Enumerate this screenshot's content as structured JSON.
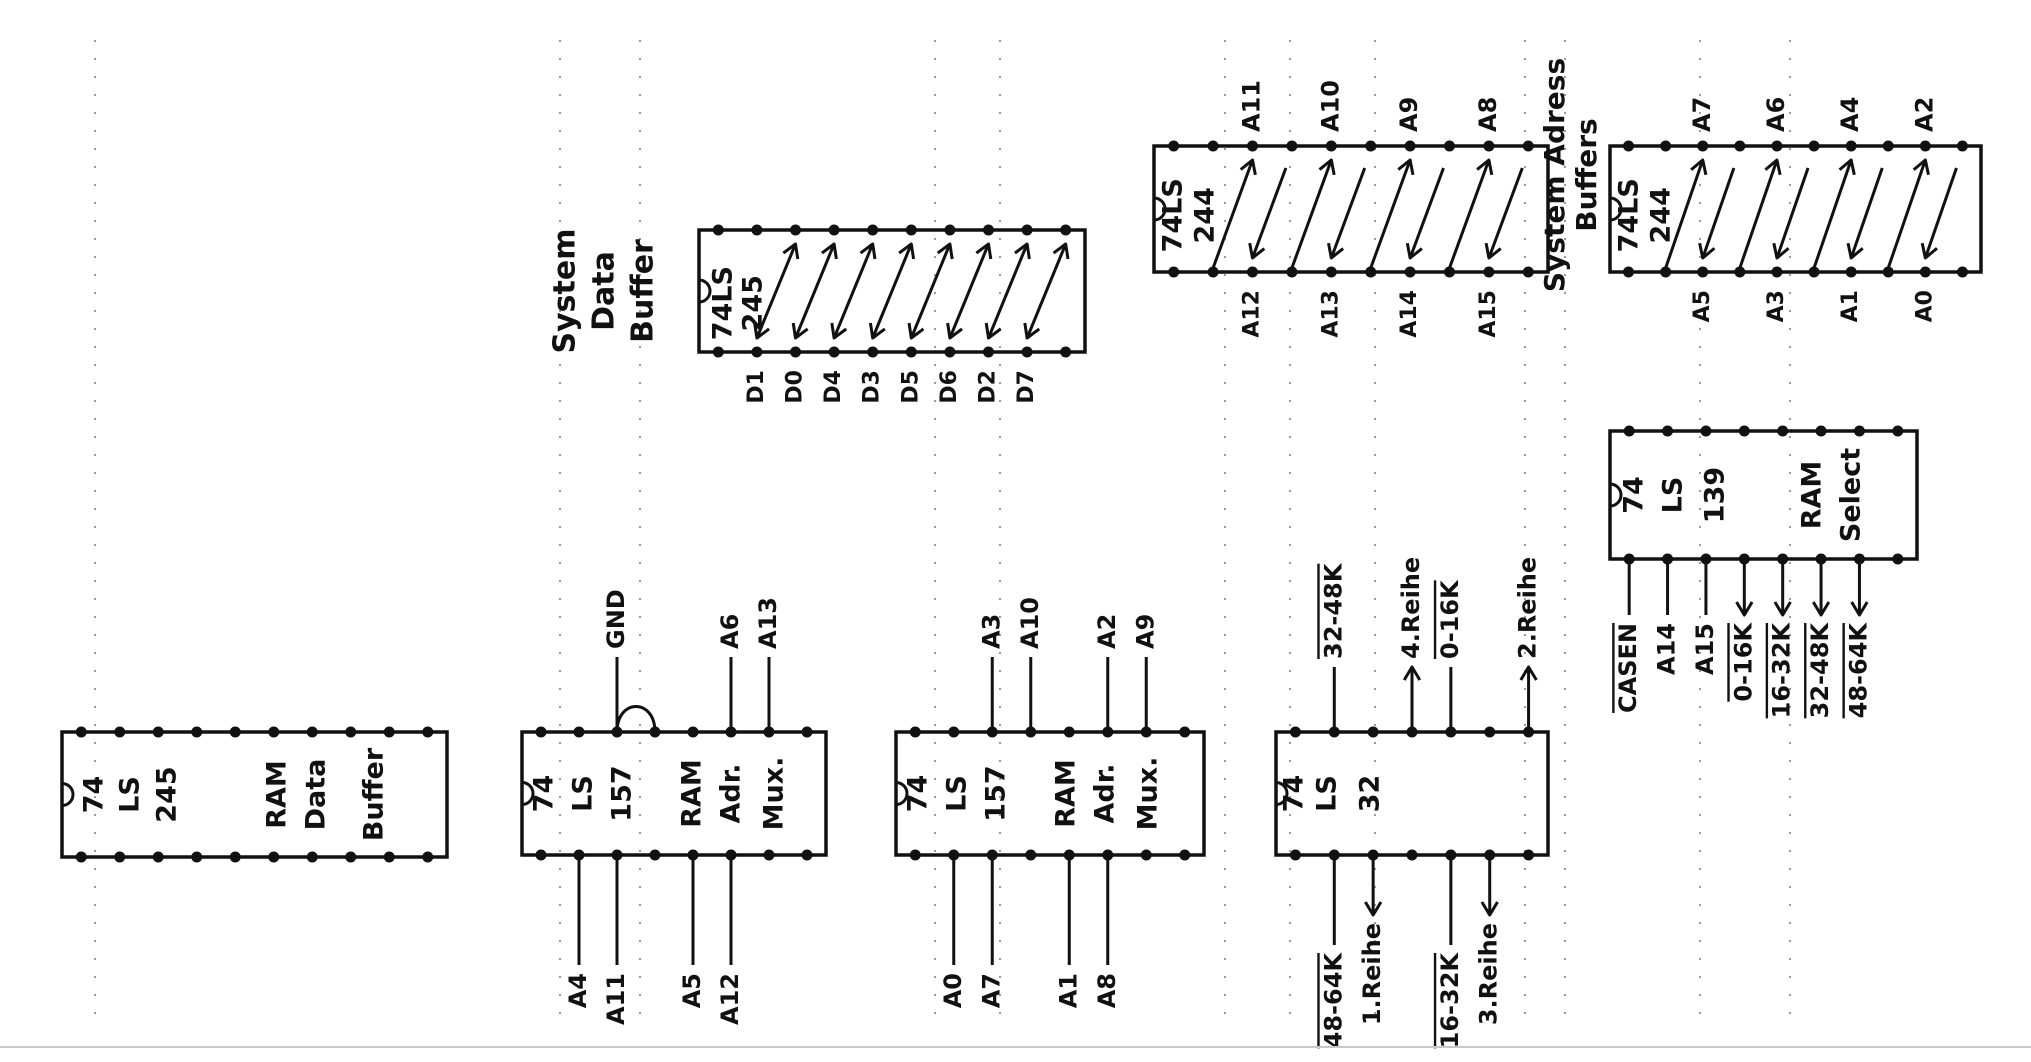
{
  "diagram": {
    "chips": {
      "ram_data_buffer": {
        "part": [
          "74",
          "LS",
          "245"
        ],
        "func": [
          "RAM",
          "Data",
          "Buffer"
        ]
      },
      "ram_adr_mux_1": {
        "part": [
          "74",
          "LS",
          "157"
        ],
        "func": [
          "RAM",
          "Adr.",
          "Mux."
        ],
        "top": [
          "GND",
          "A6",
          "A13"
        ],
        "bottom": [
          "A4",
          "A11",
          "A5",
          "A12"
        ]
      },
      "ram_adr_mux_2": {
        "part": [
          "74",
          "LS",
          "157"
        ],
        "func": [
          "RAM",
          "Adr.",
          "Mux."
        ],
        "top": [
          "A3",
          "A10",
          "A2",
          "A9"
        ],
        "bottom": [
          "A0",
          "A7",
          "A1",
          "A8"
        ]
      },
      "or_gate": {
        "part": [
          "74",
          "LS",
          "32"
        ],
        "top": [
          "32-48K",
          "4.Reihe",
          "0-16K",
          "2.Reihe"
        ],
        "bottom": [
          "48-64K",
          "1.Reihe",
          "16-32K",
          "3.Reihe"
        ]
      },
      "ram_select": {
        "part": [
          "74",
          "LS",
          "139"
        ],
        "func": [
          "RAM",
          "Select"
        ],
        "bottom": [
          "CASEN",
          "A14",
          "A15",
          "0-16K",
          "16-32K",
          "32-48K",
          "48-64K"
        ]
      },
      "system_data_buffer": {
        "part": [
          "74LS",
          "245"
        ],
        "title": [
          "System",
          "Data",
          "Buffer"
        ],
        "bottom": [
          "D1",
          "D0",
          "D4",
          "D3",
          "D5",
          "D6",
          "D2",
          "D7"
        ]
      },
      "address_buffer_1": {
        "part": [
          "74LS",
          "244"
        ],
        "top": [
          "A11",
          "A10",
          "A9",
          "A8"
        ],
        "bottom": [
          "A12",
          "A13",
          "A14",
          "A15"
        ]
      },
      "address_buffer_2": {
        "part": [
          "74LS",
          "244"
        ],
        "top": [
          "A7",
          "A6",
          "A4",
          "A2"
        ],
        "bottom": [
          "A5",
          "A3",
          "A1",
          "A0"
        ]
      }
    },
    "address_buffers_title": [
      "System Adress",
      "Buffers"
    ]
  }
}
